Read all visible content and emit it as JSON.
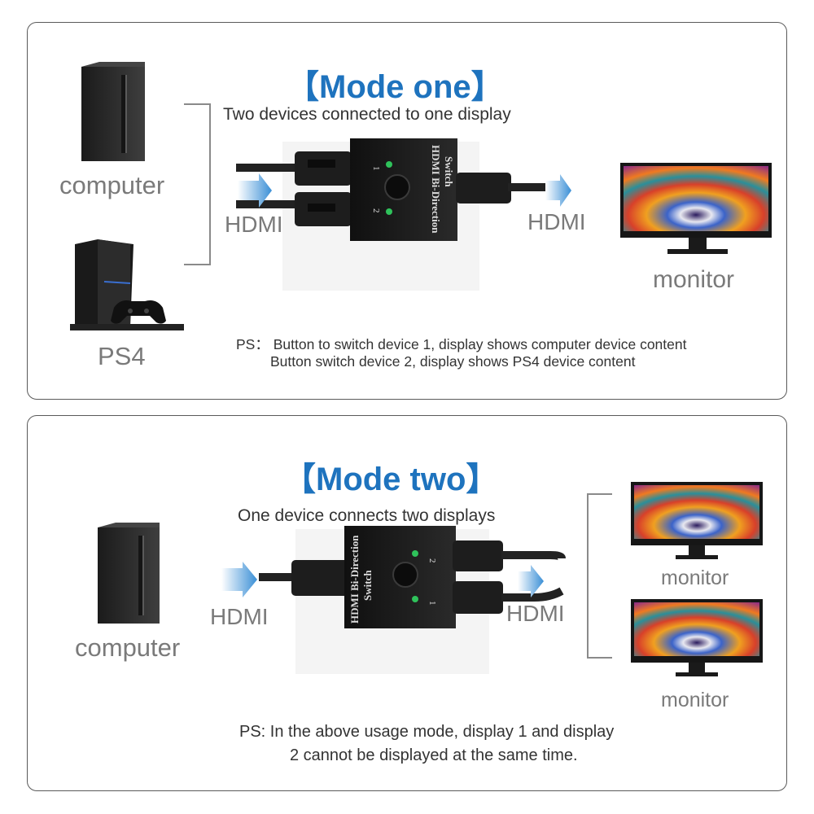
{
  "mode_one": {
    "title": "【Mode one】",
    "subtitle": "Two devices connected to one display",
    "device_label_1": "computer",
    "device_label_2": "PS4",
    "input_label": "HDMI",
    "output_label": "HDMI",
    "display_label": "monitor",
    "switch_text_line1": "HDMI Bi-Direction",
    "switch_text_line2": "Switch",
    "port_1": "1",
    "port_2": "2",
    "note_line1": "PS：  Button to switch device 1, display shows computer device content",
    "note_line2": "Button switch device 2, display shows PS4 device content"
  },
  "mode_two": {
    "title": "【Mode two】",
    "subtitle": "One device connects two displays",
    "device_label": "computer",
    "input_label": "HDMI",
    "output_label": "HDMI",
    "display_label_1": "monitor",
    "display_label_2": "monitor",
    "switch_text_line1": "HDMI Bi-Direction",
    "switch_text_line2": "Switch",
    "port_1": "1",
    "port_2": "2",
    "note_line1": "PS: In the above usage mode, display 1 and display",
    "note_line2": "2 cannot be displayed at the same time."
  },
  "colors": {
    "title_blue": "#1e73be",
    "arrow_blue": "#3a8fd6",
    "panel_border": "#5a5a5a",
    "led_green": "#2fc25b"
  }
}
